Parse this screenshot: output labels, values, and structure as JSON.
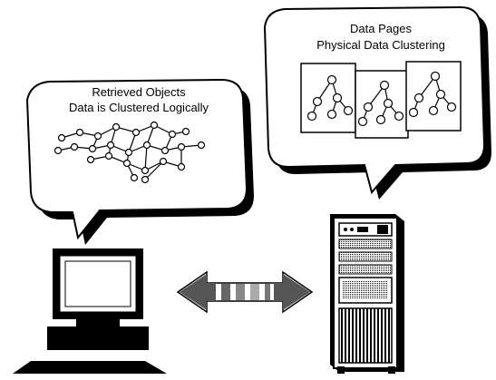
{
  "left_bubble": {
    "title": "Retrieved Objects",
    "subtitle": "Data is Clustered Logically"
  },
  "right_bubble": {
    "title": "Data Pages",
    "subtitle": "Physical Data Clustering"
  },
  "icons": {
    "client": "desktop-computer-icon",
    "server": "server-tower-icon",
    "link": "double-arrow-icon"
  }
}
